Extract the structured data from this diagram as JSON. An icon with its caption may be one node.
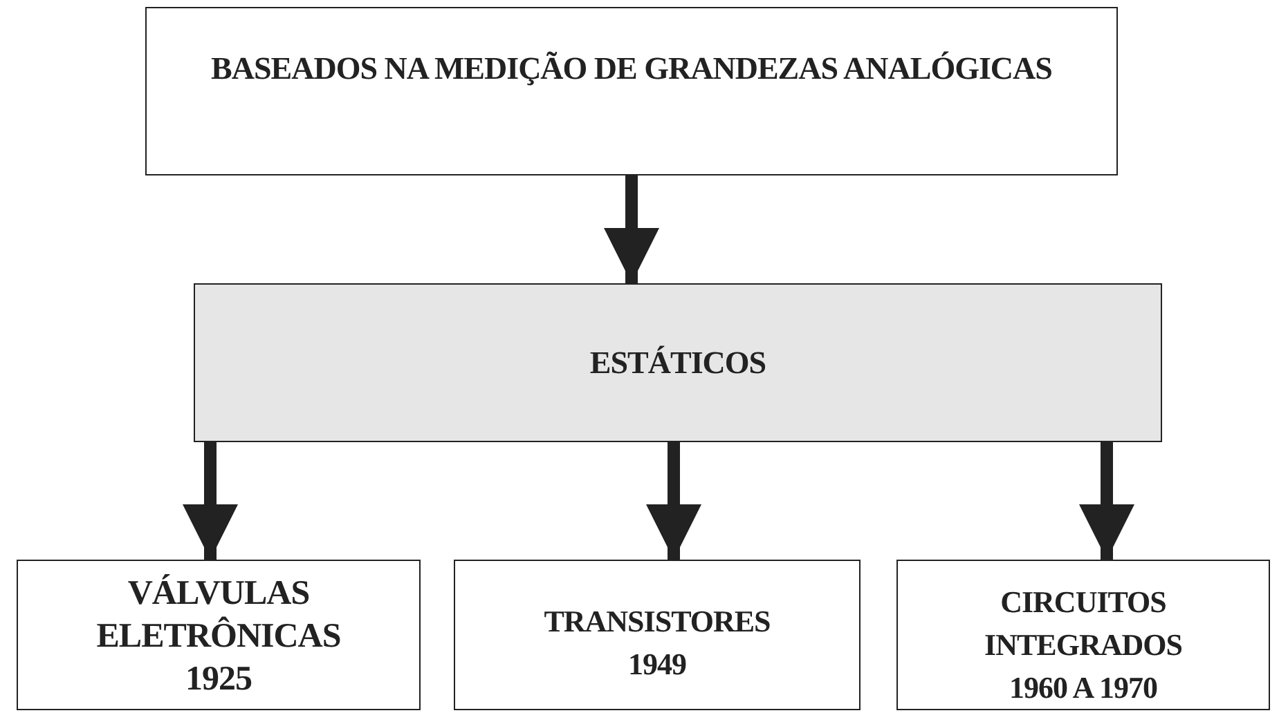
{
  "diagram": {
    "nodes": [
      {
        "text": [
          "BASEADOS NA MEDIÇÃO DE GRANDEZAS ANALÓGICAS"
        ]
      },
      {
        "text": [
          "ESTÁTICOS"
        ]
      },
      {
        "text": [
          "VÁLVULAS ELETRÔNICAS",
          "1925"
        ]
      },
      {
        "text": [
          "TRANSISTORES",
          "1949"
        ]
      },
      {
        "text": [
          "CIRCUITOS INTEGRADOS",
          "1960 A 1970"
        ]
      }
    ],
    "edges": [
      {
        "from": 0,
        "to": 1,
        "arrow": "to"
      },
      {
        "from": 1,
        "to": 2,
        "arrow": "to"
      },
      {
        "from": 1,
        "to": 3,
        "arrow": "to"
      },
      {
        "from": 1,
        "to": 4,
        "arrow": "to"
      }
    ]
  }
}
